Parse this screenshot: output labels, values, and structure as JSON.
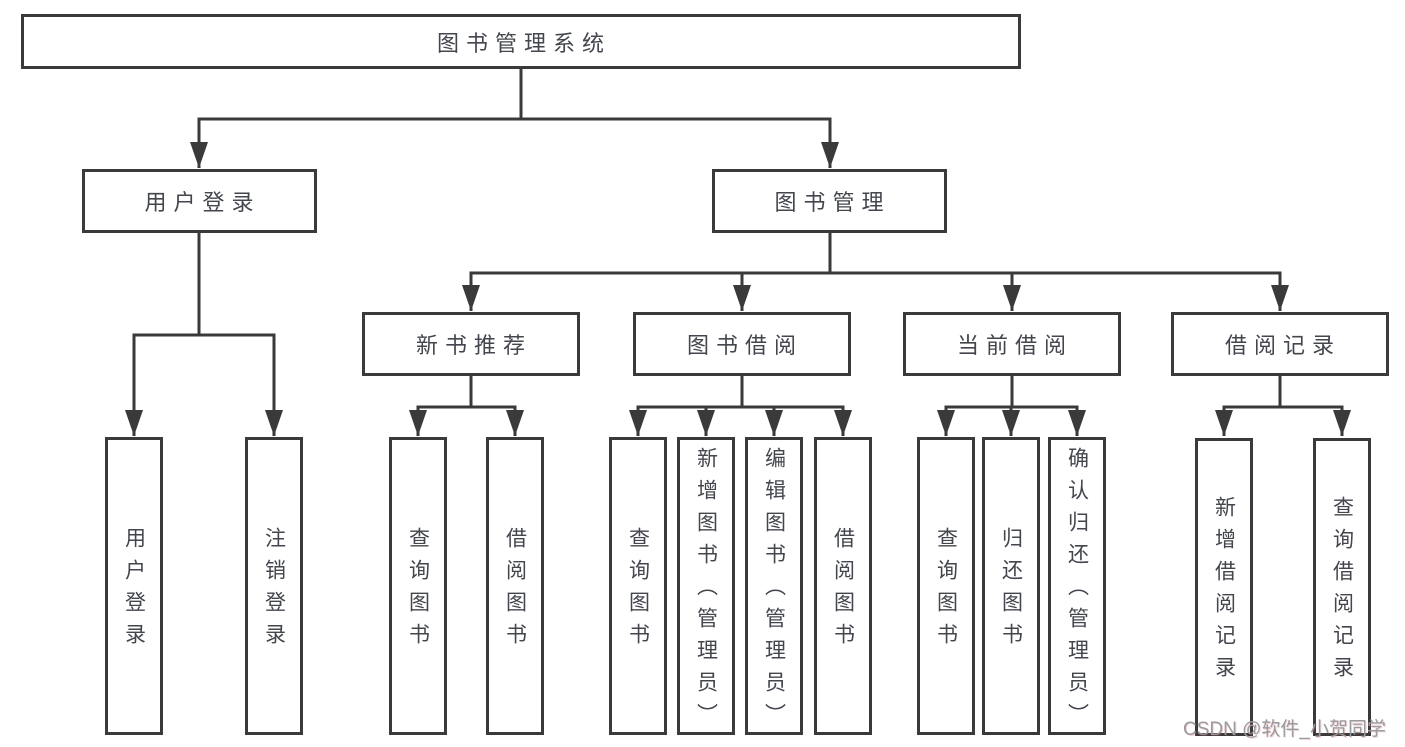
{
  "diagram_title": "图书管理系统",
  "nodes": {
    "root": "图书管理系统",
    "userLogin": "用户登录",
    "bookManagement": "图书管理",
    "newBookRecommend": "新书推荐",
    "bookBorrowing": "图书借阅",
    "currentBorrowing": "当前借阅",
    "borrowingRecords": "借阅记录",
    "leaves": {
      "userLogin": "用户登录",
      "logoutLogin": "注销登录",
      "queryBooks1": "查询图书",
      "borrowBooks1": "借阅图书",
      "queryBooks2": "查询图书",
      "addBooksAdmin": "新增图书（管理员）",
      "editBooksAdmin": "编辑图书（管理员）",
      "borrowBooks2": "借阅图书",
      "queryBooks3": "查询图书",
      "returnBooks": "归还图书",
      "confirmReturnAdmin": "确认归还（管理员）",
      "addBorrowRecord": "新增借阅记录",
      "queryBorrowRecord": "查询借阅记录"
    }
  },
  "watermark": "CSDN @软件_小贺同学",
  "colors": {
    "line": "#3a3a3a",
    "text": "#43464d",
    "watermark": "#999ba1",
    "bg": "#ffffff"
  }
}
